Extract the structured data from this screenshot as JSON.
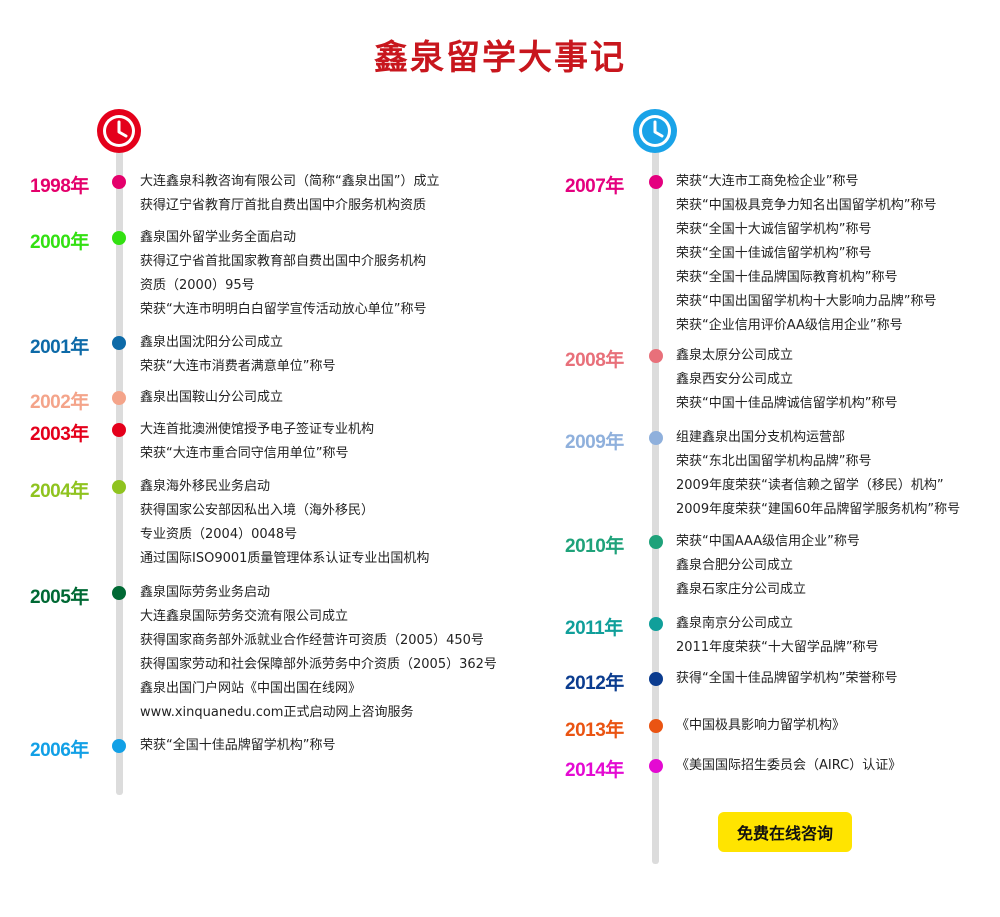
{
  "title": "鑫泉留学大事记",
  "colors": {
    "title": "#c8161d",
    "left_clock": "#e4001b",
    "right_clock": "#1aa3e8",
    "cta_bg": "#ffe400"
  },
  "left": [
    {
      "year": "1998年",
      "color": "#e4006b",
      "lines": [
        "大连鑫泉科教咨询有限公司（简称“鑫泉出国”）成立",
        "获得辽宁省教育厅首批自费出国中介服务机构资质"
      ]
    },
    {
      "year": "2000年",
      "color": "#33e012",
      "lines": [
        "鑫泉国外留学业务全面启动",
        "获得辽宁省首批国家教育部自费出国中介服务机构",
        "资质（2000）95号",
        "荣获“大连市明明白白留学宣传活动放心单位”称号"
      ]
    },
    {
      "year": "2001年",
      "color": "#0d6aa8",
      "lines": [
        "鑫泉出国沈阳分公司成立",
        "荣获“大连市消费者满意单位”称号"
      ]
    },
    {
      "year": "2002年",
      "color": "#f4a48a",
      "lines": [
        "鑫泉出国鞍山分公司成立"
      ]
    },
    {
      "year": "2003年",
      "color": "#e4001b",
      "lines": [
        "大连首批澳洲使馆授予电子签证专业机构",
        "荣获“大连市重合同守信用单位”称号"
      ]
    },
    {
      "year": "2004年",
      "color": "#8fc31f",
      "lines": [
        "鑫泉海外移民业务启动",
        "获得国家公安部因私出入境（海外移民）",
        "专业资质（2004）0048号",
        "通过国际ISO9001质量管理体系认证专业出国机构"
      ]
    },
    {
      "year": "2005年",
      "color": "#006934",
      "lines": [
        "鑫泉国际劳务业务启动",
        "大连鑫泉国际劳务交流有限公司成立",
        "获得国家商务部外派就业合作经营许可资质（2005）450号",
        "获得国家劳动和社会保障部外派劳务中介资质（2005）362号",
        "鑫泉出国门户网站《中国出国在线网》",
        "www.xinquanedu.com正式启动网上咨询服务"
      ]
    },
    {
      "year": "2006年",
      "color": "#12a0e6",
      "lines": [
        "荣获“全国十佳品牌留学机构”称号"
      ]
    }
  ],
  "right": [
    {
      "year": "2007年",
      "color": "#e4007f",
      "lines": [
        "荣获“大连市工商免检企业”称号",
        "荣获“中国极具竞争力知名出国留学机构”称号",
        "荣获“全国十大诚信留学机构”称号",
        "荣获“全国十佳诚信留学机构”称号",
        "荣获“全国十佳品牌国际教育机构”称号",
        "荣获“中国出国留学机构十大影响力品牌”称号",
        "荣获“企业信用评价AA级信用企业”称号"
      ]
    },
    {
      "year": "2008年",
      "color": "#e8707a",
      "lines": [
        "鑫泉太原分公司成立",
        "鑫泉西安分公司成立",
        "荣获“中国十佳品牌诚信留学机构”称号"
      ]
    },
    {
      "year": "2009年",
      "color": "#8fb0dc",
      "lines": [
        "组建鑫泉出国分支机构运营部",
        "荣获“东北出国留学机构品牌”称号",
        "2009年度荣获“读者信赖之留学（移民）机构”",
        "2009年度荣获“建国60年品牌留学服务机构”称号"
      ]
    },
    {
      "year": "2010年",
      "color": "#1fa27a",
      "lines": [
        "荣获“中国AAA级信用企业”称号",
        "鑫泉合肥分公司成立",
        "鑫泉石家庄分公司成立"
      ]
    },
    {
      "year": "2011年",
      "color": "#109f9a",
      "lines": [
        "鑫泉南京分公司成立",
        "2011年度荣获“十大留学品牌”称号"
      ]
    },
    {
      "year": "2012年",
      "color": "#0b3c8f",
      "lines": [
        "获得“全国十佳品牌留学机构”荣誉称号"
      ]
    },
    {
      "year": "2013年",
      "color": "#ea5412",
      "lines": [
        "《中国极具影响力留学机构》"
      ]
    },
    {
      "year": "2014年",
      "color": "#e40ad2",
      "lines": [
        "《美国国际招生委员会（AIRC）认证》"
      ]
    }
  ],
  "cta_label": "免费在线咨询"
}
